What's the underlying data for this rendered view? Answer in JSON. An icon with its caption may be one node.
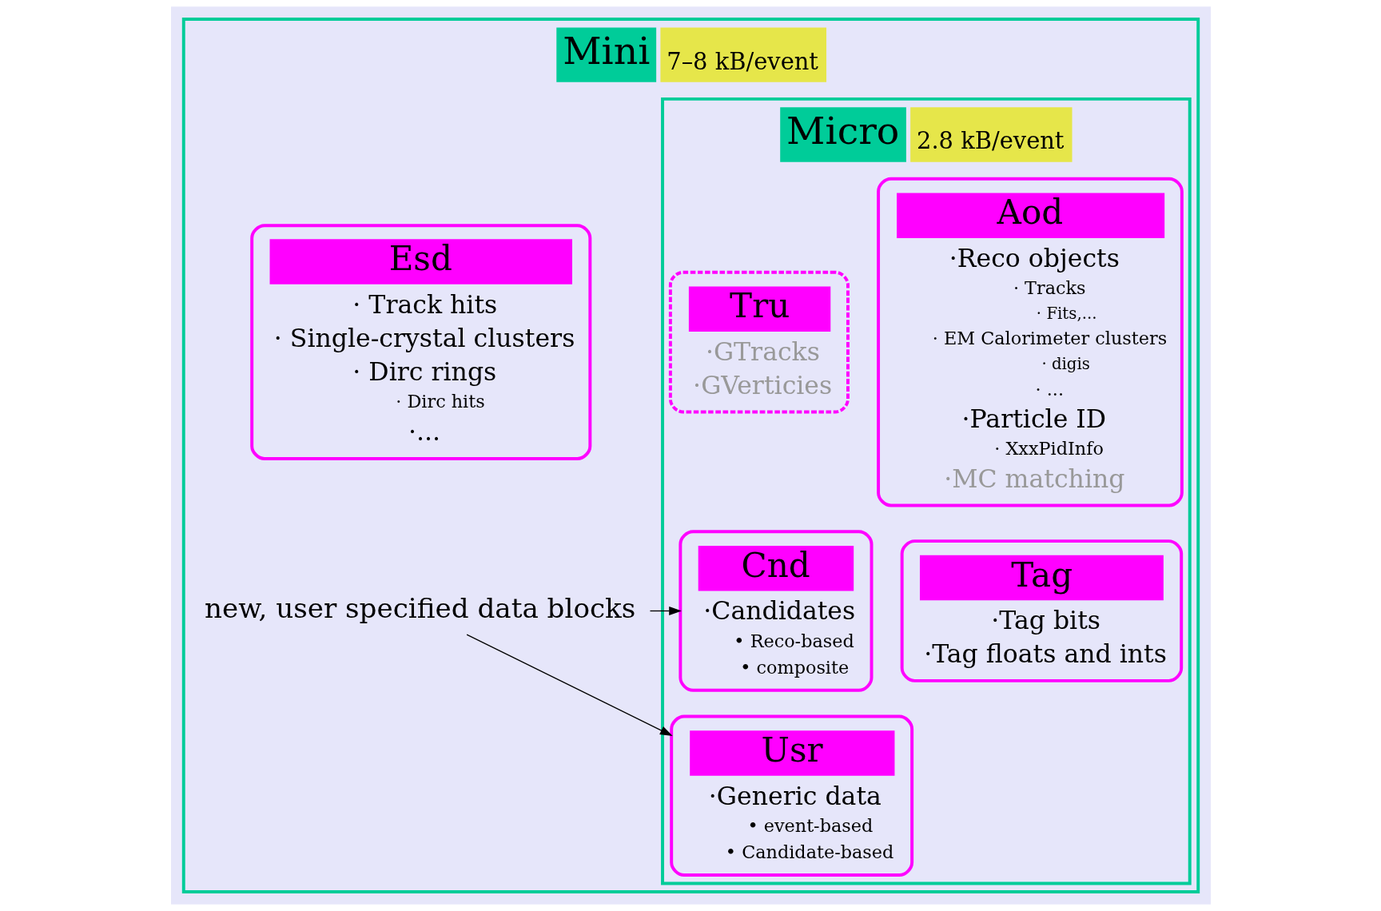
{
  "diagram": {
    "nodes": [
      {
        "text": [
          "Mini"
        ],
        "beside": [
          "7–8 kB/event"
        ]
      },
      {
        "text": [
          "Micro"
        ],
        "beside": [
          "2.8 kB/event"
        ],
        "in": 0
      },
      {
        "text": [
          "Aod",
          "·Reco objects",
          "· Tracks",
          "· Fits,...",
          "· EM Calorimeter clusters",
          "· digis",
          "· ...",
          "·Particle ID",
          "· XxxPidInfo",
          "·MC matching"
        ],
        "in": 1
      },
      {
        "text": [
          "Tru",
          "·GTracks",
          "·GVerticies"
        ],
        "in": 1
      },
      {
        "text": [
          "Cnd",
          "·Candidates",
          "• Reco-based",
          "• composite"
        ],
        "in": 1
      },
      {
        "text": [
          "Tag",
          "·Tag bits",
          "·Tag floats and ints"
        ],
        "in": 1
      },
      {
        "text": [
          "Usr",
          "·Generic data",
          "• event-based",
          "• Candidate-based"
        ],
        "in": 1
      },
      {
        "text": [
          "Esd",
          "· Track hits",
          "· Single-crystal clusters",
          "· Dirc rings",
          "· Dirc hits",
          "·..."
        ],
        "in": 0
      },
      {
        "text": [
          "new, user specified data blocks"
        ],
        "in": 0
      }
    ],
    "edges": [
      {
        "from": 8,
        "to": 4,
        "arrow": "to"
      },
      {
        "from": 8,
        "to": 6,
        "arrow": "to"
      }
    ]
  }
}
